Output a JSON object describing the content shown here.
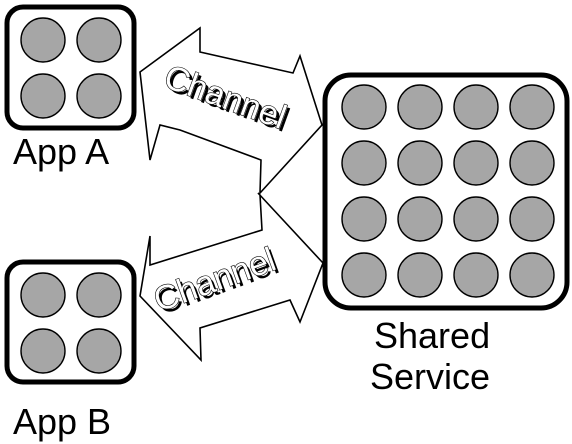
{
  "nodes": {
    "app_a": {
      "label": "App A",
      "dot_rows": 2,
      "dot_cols": 2
    },
    "app_b": {
      "label": "App B",
      "dot_rows": 2,
      "dot_cols": 2
    },
    "shared_service": {
      "label_line1": "Shared",
      "label_line2": "Service",
      "dot_rows": 4,
      "dot_cols": 4
    }
  },
  "edges": {
    "top": {
      "label": "Channel",
      "from": "App A",
      "to": "Shared Service",
      "direction": "bidirectional"
    },
    "bottom": {
      "label": "Channel",
      "from": "App B",
      "to": "Shared Service",
      "direction": "bidirectional"
    }
  },
  "colors": {
    "dot_fill": "#a6a6a6",
    "outline": "#000000",
    "background": "#ffffff"
  }
}
